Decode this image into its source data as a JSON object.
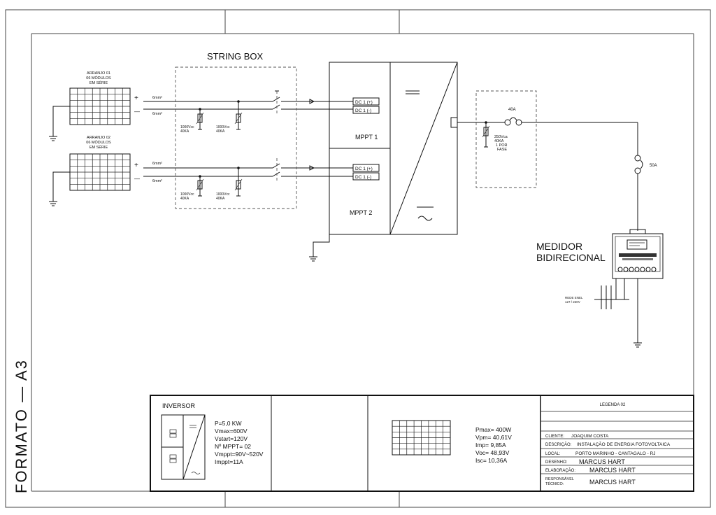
{
  "sheet": {
    "format": "FORMATO  —  A3"
  },
  "string_box": {
    "title": "STRING BOX"
  },
  "arrays": [
    {
      "line1": "ARRANJO 01",
      "line2": "06 MÓDULOS",
      "line3": "EM SÉRIE",
      "cable_pos": "6mm²",
      "cable_neg": "6mm²",
      "plus": "+",
      "minus": "—",
      "spd_a": [
        "1000Vcc",
        "40KA"
      ],
      "spd_b": [
        "1000Vcc",
        "40KA"
      ]
    },
    {
      "line1": "ARRANJO 02",
      "line2": "06 MÓDULOS",
      "line3": "EM SÉRIE",
      "cable_pos": "6mm²",
      "cable_neg": "6mm²",
      "plus": "+",
      "minus": "—",
      "spd_a": [
        "1000Vcc",
        "40KA"
      ],
      "spd_b": [
        "1000Vcc",
        "40KA"
      ]
    }
  ],
  "inverter": {
    "mppt1": "MPPT 1",
    "mppt2": "MPPT 2",
    "dc_inputs": [
      "DC 1 (+)",
      "DC 1 (-)",
      "DC 1 (+)",
      "DC 1 (-)"
    ]
  },
  "ac_box": {
    "breaker": "40A",
    "spd": [
      "250Vca",
      "40KA",
      "1 POR",
      "FASE"
    ]
  },
  "main_breaker": "50A",
  "meter": {
    "label_line1": "MEDIDOR",
    "label_line2": "BIDIRECIONAL"
  },
  "grid": {
    "line1": "REDE ENEL",
    "line2": "127 / 220V"
  },
  "legend": {
    "inverter_title": "INVERSOR",
    "inverter_specs": [
      "P=5,0 KW",
      "Vmax=600V",
      "Vstart=120V",
      "Nº MPPT= 02",
      "Vmppt=90V~520V",
      "Imppt=11A"
    ],
    "module_specs": [
      "Pmax= 400W",
      "Vpm= 40,61V",
      "Imp= 9,85A",
      "Voc= 48,93V",
      "Isc= 10,36A"
    ],
    "title_block": {
      "heading": "LEGENDA  02",
      "client_label": "CLIENTE:",
      "client": "JOAQUIM COSTA",
      "desc_label": "DESCRIÇÃO:",
      "desc": "INSTALAÇÃO DE ENERGIA FOTOVOLTAICA",
      "local_label": "LOCAL:",
      "local": "PORTO MARINHO -  CANTAGALO - RJ",
      "drawing_label": "DESENHO:",
      "drawing": "MARCUS HART",
      "elab_label": "ELABORAÇÃO:",
      "elab": "MARCUS HART",
      "resp_label1": "RESPONSÁVEL",
      "resp_label2": "TÉCNICO:",
      "resp": "MARCUS HART"
    }
  }
}
